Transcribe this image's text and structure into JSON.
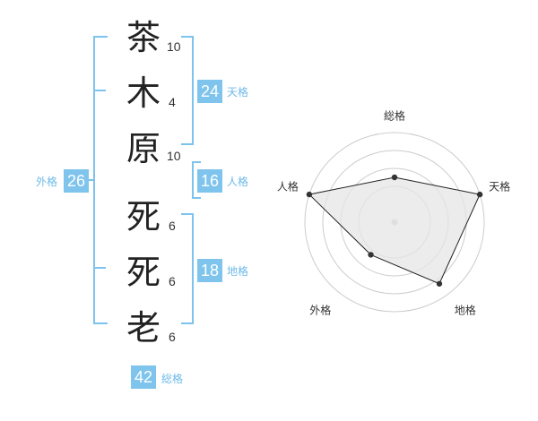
{
  "name_chars": [
    {
      "char": "茶",
      "strokes": "10"
    },
    {
      "char": "木",
      "strokes": "4"
    },
    {
      "char": "原",
      "strokes": "10"
    },
    {
      "char": "死",
      "strokes": "6"
    },
    {
      "char": "死",
      "strokes": "6"
    },
    {
      "char": "老",
      "strokes": "6"
    }
  ],
  "kaku": {
    "tenkaku": {
      "value": "24",
      "label": "天格"
    },
    "jinkaku": {
      "value": "16",
      "label": "人格"
    },
    "chikaku": {
      "value": "18",
      "label": "地格"
    },
    "gaikaku": {
      "value": "26",
      "label": "外格"
    },
    "soukaku": {
      "value": "42",
      "label": "総格"
    }
  },
  "radar": {
    "axes": [
      "総格",
      "天格",
      "地格",
      "外格",
      "人格"
    ],
    "values": [
      0.5,
      1.0,
      0.85,
      0.45,
      1.0
    ],
    "colors": {
      "fill": "#e6e6e6",
      "line": "#222222",
      "point": "#333333",
      "grid": "#cccccc"
    }
  },
  "colors": {
    "accent": "#7ec4ec",
    "bracket": "#7cc3ee"
  }
}
